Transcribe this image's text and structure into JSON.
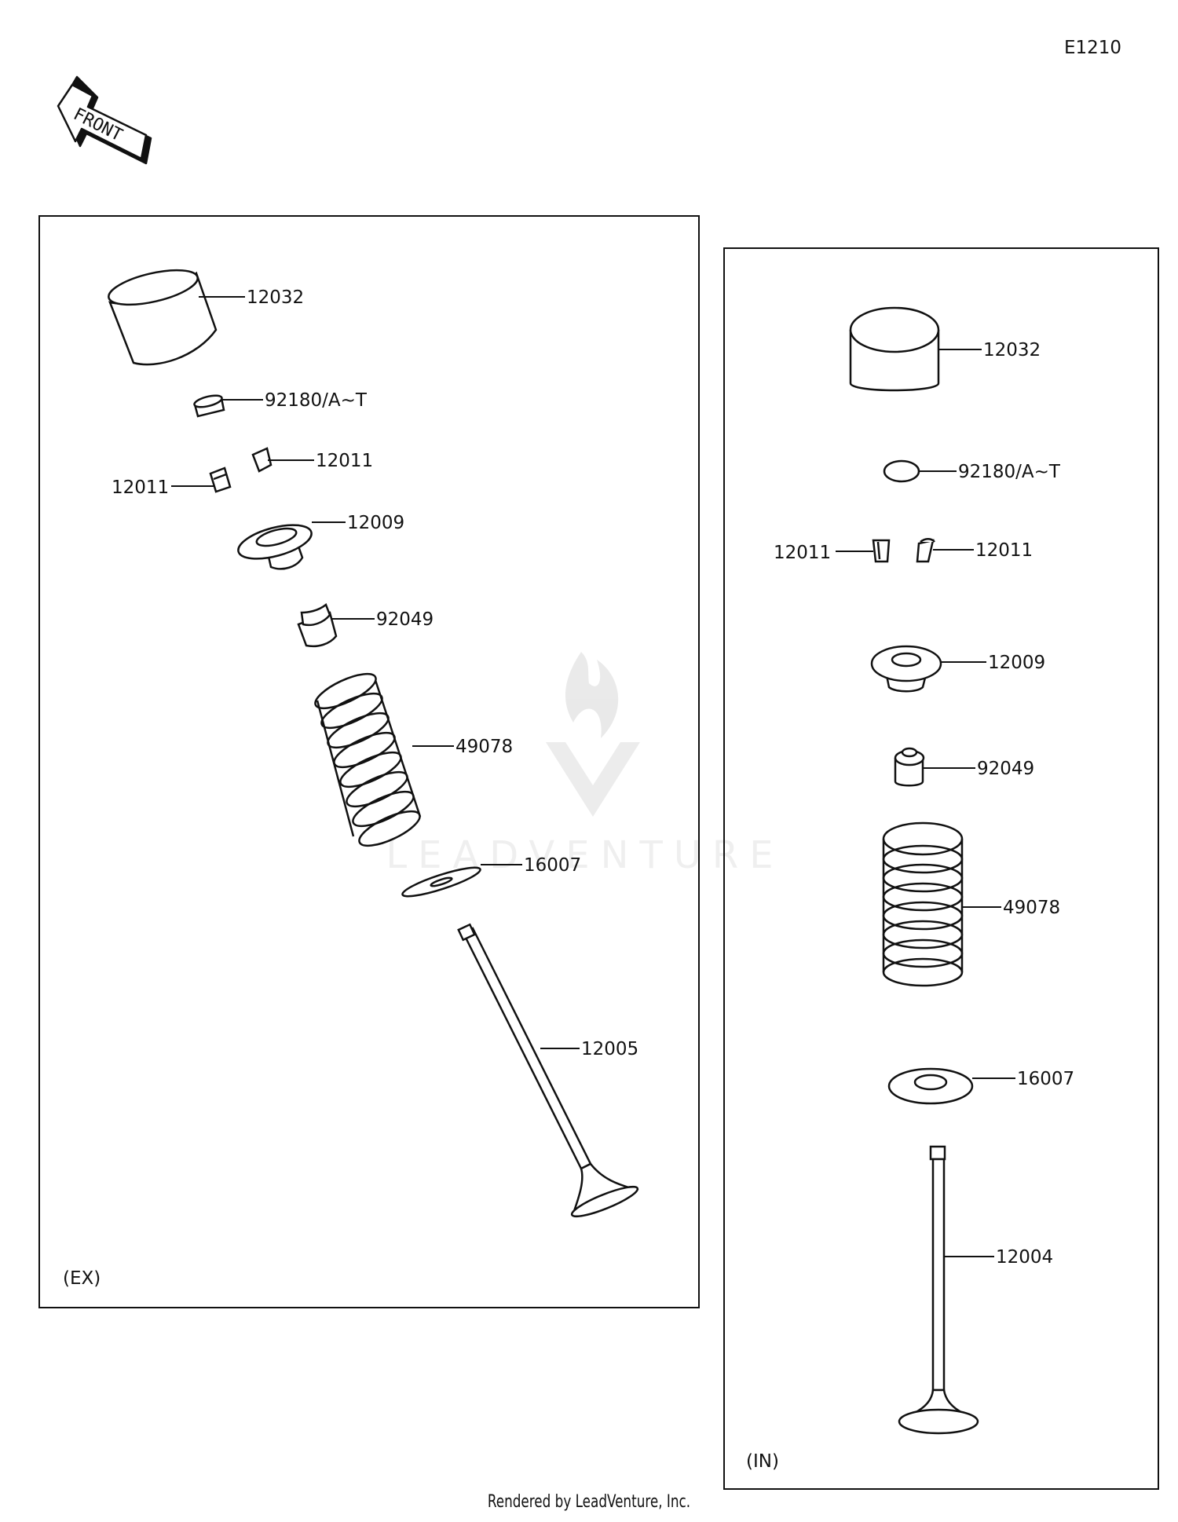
{
  "diagram_id": "E1210",
  "front_arrow": {
    "text": "FRONT",
    "icon": "front-direction-arrow-icon"
  },
  "watermark": "LEADVENTURE",
  "exhaust_panel": {
    "tag": "(EX)",
    "labels": {
      "p12032": "12032",
      "p92180": "92180/A~T",
      "p12011a": "12011",
      "p12011b": "12011",
      "p12009": "12009",
      "p92049": "92049",
      "p49078": "49078",
      "p16007": "16007",
      "p12005": "12005"
    }
  },
  "intake_panel": {
    "tag": "(IN)",
    "labels": {
      "p12032": "12032",
      "p92180": "92180/A~T",
      "p12011a": "12011",
      "p12011b": "12011",
      "p12009": "12009",
      "p92049": "92049",
      "p49078": "49078",
      "p16007": "16007",
      "p12004": "12004"
    }
  },
  "footer": "Rendered by LeadVenture, Inc."
}
